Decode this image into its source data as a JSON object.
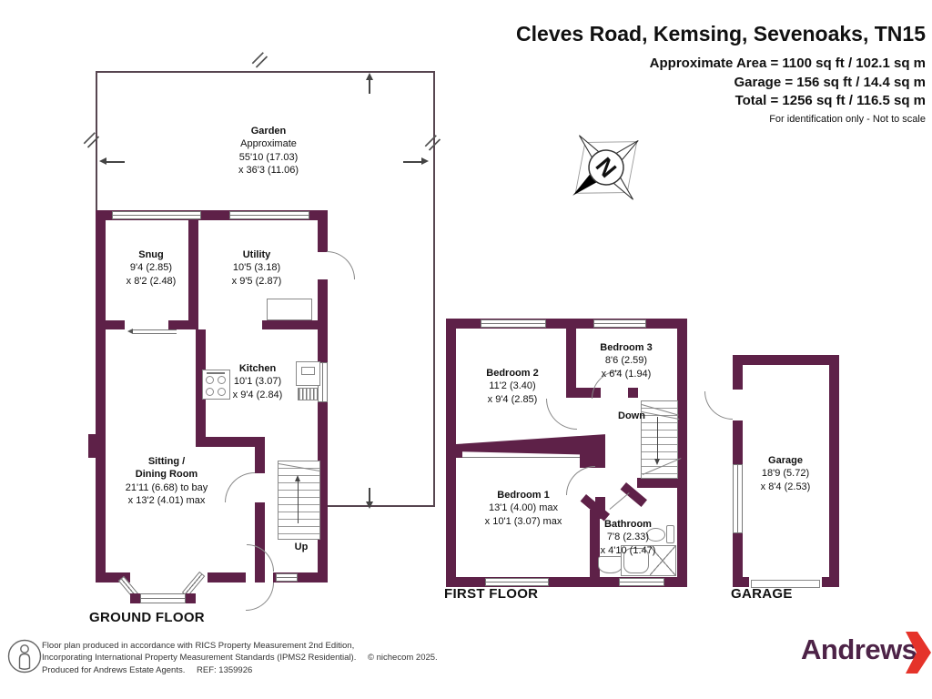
{
  "header": {
    "title": "Cleves Road, Kemsing, Sevenoaks, TN15",
    "area_lines": [
      "Approximate Area = 1100 sq ft / 102.1 sq m",
      "Garage = 156 sq ft / 14.4 sq m",
      "Total = 1256 sq ft / 116.5 sq m"
    ],
    "note": "For identification only - Not to scale"
  },
  "floors": {
    "ground_caption": "GROUND FLOOR",
    "first_caption": "FIRST FLOOR",
    "garage_caption": "GARAGE"
  },
  "rooms": {
    "garden": {
      "name": "Garden",
      "line1": "Approximate",
      "line2": "55'10 (17.03)",
      "line3": "x 36'3 (11.06)"
    },
    "snug": {
      "name": "Snug",
      "dim1": "9'4 (2.85)",
      "dim2": "x 8'2 (2.48)"
    },
    "utility": {
      "name": "Utility",
      "dim1": "10'5 (3.18)",
      "dim2": "x 9'5 (2.87)"
    },
    "kitchen": {
      "name": "Kitchen",
      "dim1": "10'1 (3.07)",
      "dim2": "x 9'4 (2.84)"
    },
    "sitting": {
      "name_line1": "Sitting /",
      "name_line2": "Dining Room",
      "dim1": "21'11 (6.68) to bay",
      "dim2": "x 13'2 (4.01) max"
    },
    "bedroom1": {
      "name": "Bedroom 1",
      "dim1": "13'1 (4.00) max",
      "dim2": "x 10'1 (3.07) max"
    },
    "bedroom2": {
      "name": "Bedroom 2",
      "dim1": "11'2 (3.40)",
      "dim2": "x 9'4 (2.85)"
    },
    "bedroom3": {
      "name": "Bedroom 3",
      "dim1": "8'6 (2.59)",
      "dim2": "x 6'4 (1.94)"
    },
    "bathroom": {
      "name": "Bathroom",
      "dim1": "7'8 (2.33)",
      "dim2": "x 4'10 (1.47)"
    },
    "garage": {
      "name": "Garage",
      "dim1": "18'9 (5.72)",
      "dim2": "x 8'4 (2.53)"
    }
  },
  "stairs": {
    "up": "Up",
    "down": "Down"
  },
  "compass": {
    "north_label": "N"
  },
  "footer": {
    "line1": "Floor plan produced in accordance with RICS Property Measurement 2nd Edition,",
    "line2": "Incorporating International Property Measurement Standards (IPMS2 Residential).",
    "copyright": "© nichecom 2025.",
    "line3": "Produced for Andrews Estate Agents.",
    "ref": "REF: 1359926",
    "brand": "Andrews"
  },
  "colors": {
    "wall": "#5e2148",
    "brand_purple": "#4d2347",
    "brand_red": "#e5332a",
    "text": "#111111"
  }
}
